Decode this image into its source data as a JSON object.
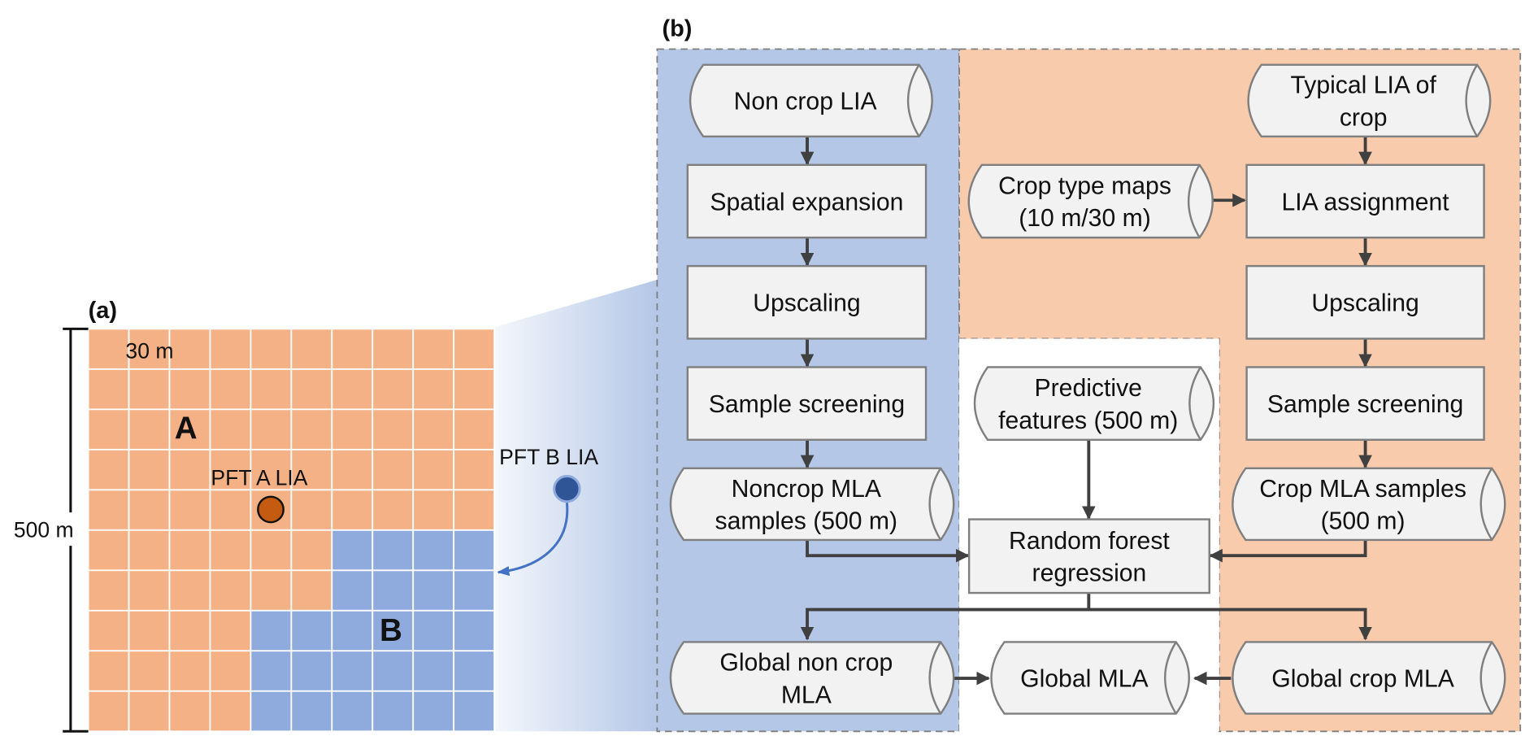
{
  "panel_a": {
    "label": "(a)",
    "scale_500": "500 m",
    "cell_size": "30 m",
    "region_a": "A",
    "region_b": "B",
    "pft_a_lia": "PFT A LIA",
    "pft_b_lia": "PFT B LIA",
    "colors": {
      "orange": "#f3b185",
      "blue": "#8faadc",
      "dot_a": "#c55a11",
      "dot_b": "#2f5597"
    }
  },
  "panel_b": {
    "label": "(b)",
    "colors": {
      "noncrop_bg": "#b4c7e7",
      "crop_bg": "#f8cbad",
      "node_fill": "#f2f2f2",
      "node_stroke": "#7f7f7f",
      "arrow": "#404040"
    },
    "noncrop": {
      "input": "Non crop LIA",
      "step1": "Spatial expansion",
      "step2": "Upscaling",
      "step3": "Sample screening",
      "samples": [
        "Noncrop MLA",
        "samples (500 m)"
      ],
      "output": [
        "Global non crop",
        "MLA"
      ]
    },
    "crop": {
      "input": [
        "Typical LIA of",
        "crop"
      ],
      "maps": [
        "Crop type maps",
        "(10 m/30 m)"
      ],
      "step1": "LIA assignment",
      "step2": "Upscaling",
      "step3": "Sample screening",
      "samples": [
        "Crop MLA samples",
        "(500 m)"
      ],
      "output": "Global crop MLA"
    },
    "center": {
      "features": [
        "Predictive",
        "features (500 m)"
      ],
      "model": [
        "Random forest",
        "regression"
      ],
      "output": "Global MLA"
    }
  }
}
